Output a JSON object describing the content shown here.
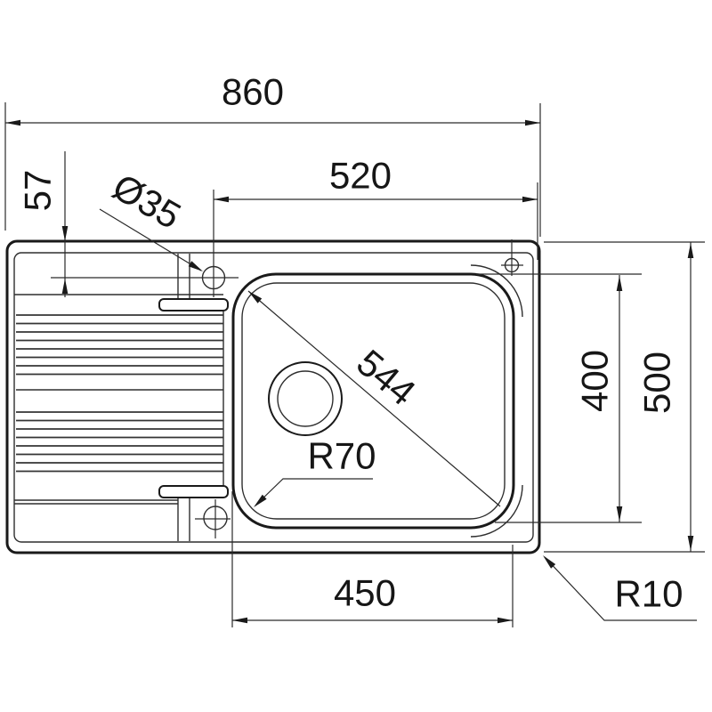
{
  "drawing": {
    "type": "sink-installation-dimension-drawing",
    "units": "mm",
    "labels": {
      "overall_width": "860",
      "tap_hole_span": "520",
      "tap_hole_offset": "57",
      "tap_hole_diameter": "Ø35",
      "bowl_diagonal": "544",
      "bowl_corner_radius": "R70",
      "bowl_depth": "400",
      "overall_depth": "500",
      "bowl_width": "450",
      "outer_corner_radius": "R10"
    }
  }
}
